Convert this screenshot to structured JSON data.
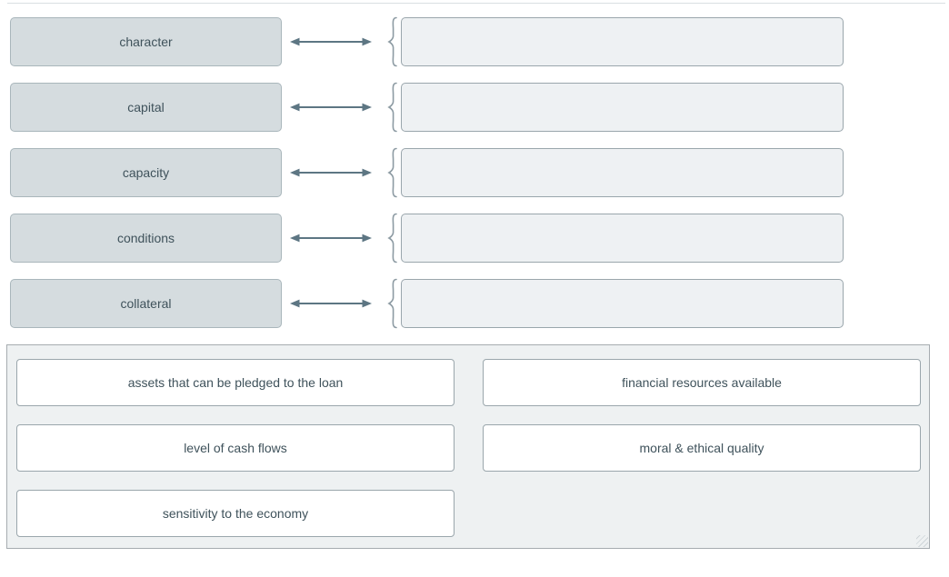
{
  "colors": {
    "term_box_bg": "#d5dcdf",
    "term_box_border": "#a9b6bb",
    "dropzone_bg": "#eef1f3",
    "dropzone_border": "#9aa6ac",
    "arrow": "#5d7683",
    "brace": "#8d9ba3",
    "bank_panel_bg": "#eef1f2",
    "bank_panel_border": "#a6acb0",
    "option_bg": "#ffffff",
    "option_border": "#9aa6ac",
    "text": "#3f525b"
  },
  "matching": {
    "pairs": [
      {
        "term": "character",
        "dropzone_value": ""
      },
      {
        "term": "capital",
        "dropzone_value": ""
      },
      {
        "term": "capacity",
        "dropzone_value": ""
      },
      {
        "term": "conditions",
        "dropzone_value": ""
      },
      {
        "term": "collateral",
        "dropzone_value": ""
      }
    ]
  },
  "answer_bank": {
    "options": [
      "assets that can be pledged to the loan",
      "financial resources available",
      "level of cash flows",
      "moral & ethical quality",
      "sensitivity to the economy"
    ]
  }
}
